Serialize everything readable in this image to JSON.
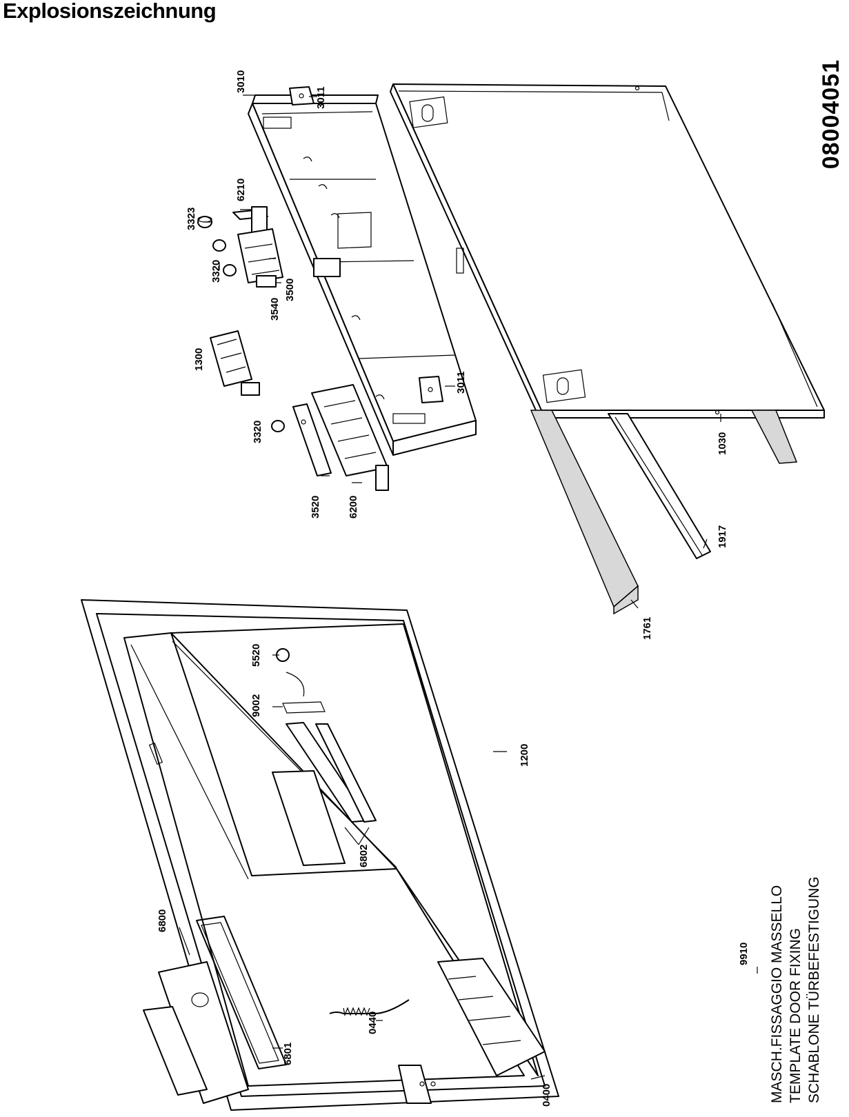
{
  "title": "Explosionszeichnung",
  "document_number": "08004051",
  "part_labels": {
    "p3010": "3010",
    "p3011a": "3011",
    "p3011b": "3011",
    "p6210": "6210",
    "p3323": "3323",
    "p3320a": "3320",
    "p3540": "3540",
    "p3500": "3500",
    "p1300": "1300",
    "p3320b": "3320",
    "p3520": "3520",
    "p6200": "6200",
    "p1030": "1030",
    "p1917": "1917",
    "p1761": "1761",
    "p5520": "5520",
    "p9002": "9002",
    "p1200": "1200",
    "p6802": "6802",
    "p6800": "6800",
    "p6801": "6801",
    "p0440": "0440",
    "p0400": "0400",
    "p9910": "9910"
  },
  "note_lines": [
    "MASCH.FISSAGGIO MASSELLO",
    "TEMPLATE DOOR FIXING",
    "SCHABLONE TÜRBEFESTIGUNG"
  ]
}
